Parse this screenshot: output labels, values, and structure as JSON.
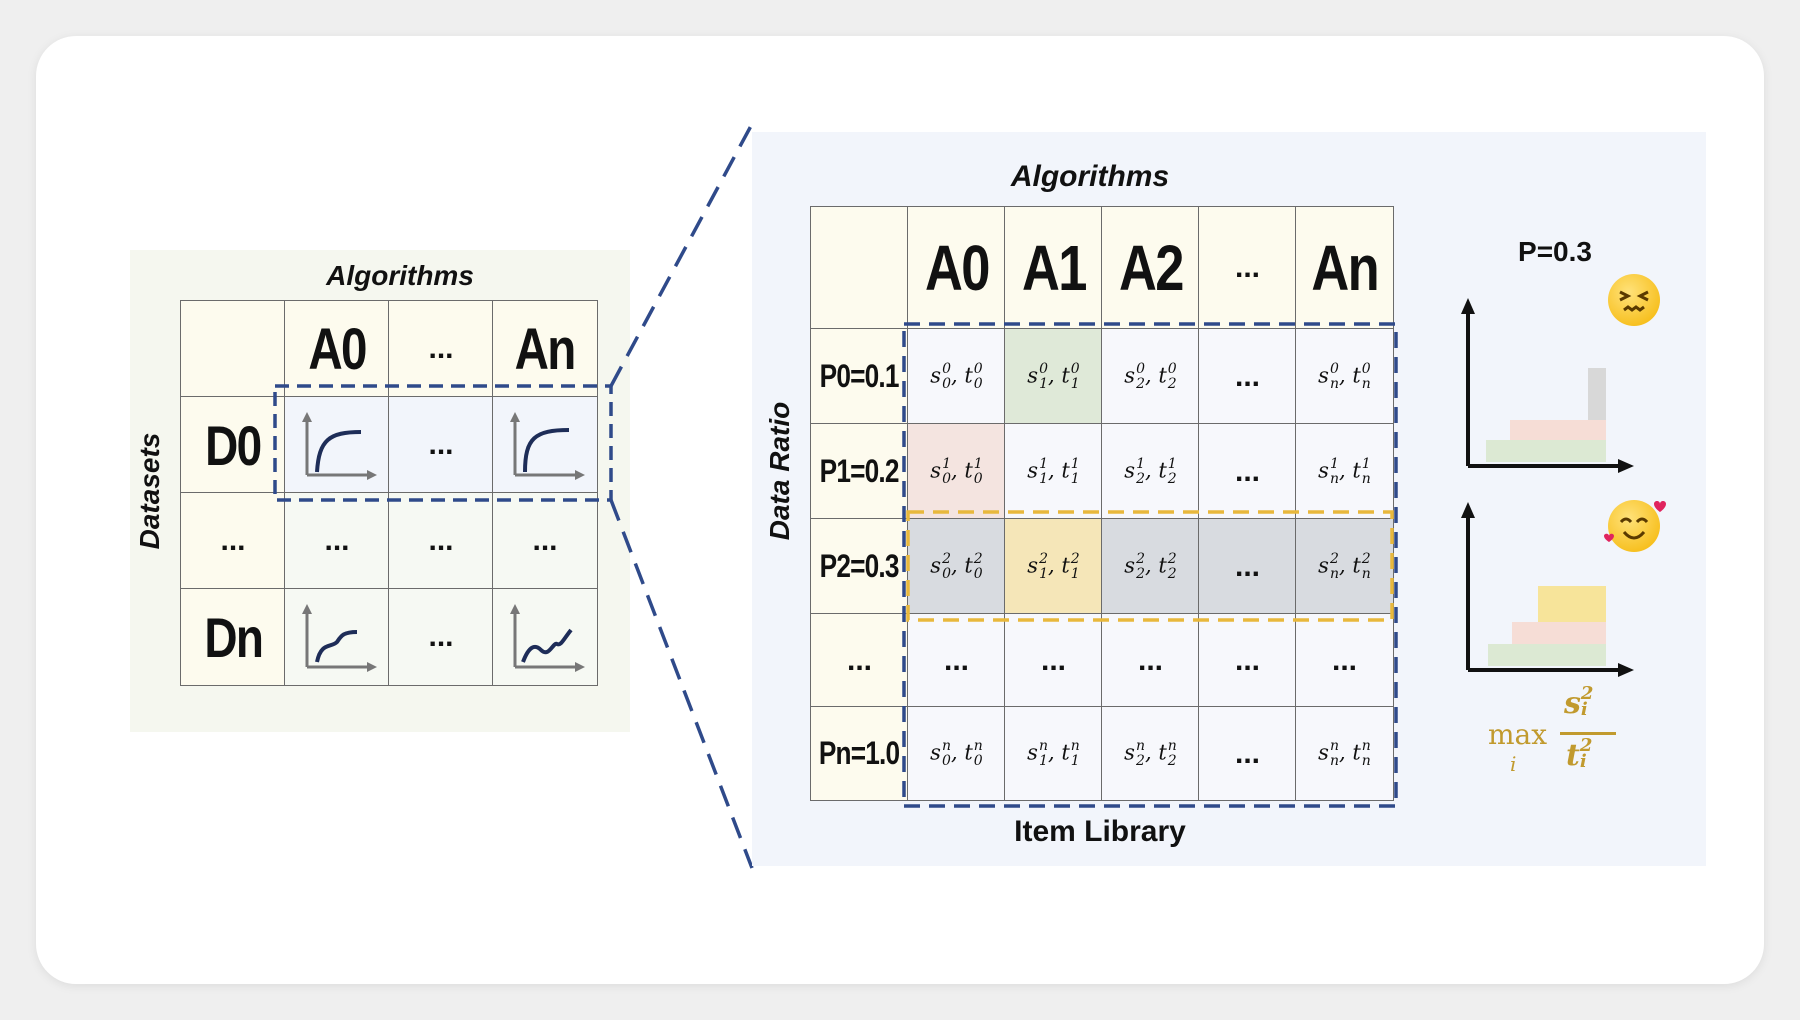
{
  "left": {
    "title": "Algorithms",
    "side_label": "Datasets",
    "col_headers": [
      "A0",
      "...",
      "An"
    ],
    "row_headers": [
      "D0",
      "...",
      "Dn"
    ],
    "middle_dots": "..."
  },
  "right": {
    "title": "Algorithms",
    "side_label": "Data Ratio",
    "bottom_label": "Item Library",
    "col_headers": [
      "A0",
      "A1",
      "A2",
      "...",
      "An"
    ],
    "row_headers": [
      "P0=0.1",
      "P1=0.2",
      "P2=0.3",
      "...",
      "Pn=1.0"
    ],
    "dots": "..."
  },
  "annotation": {
    "p_label": "P=0.3",
    "formula_max": "max",
    "formula_sub": "i",
    "formula_num": "s",
    "formula_den": "t",
    "sup": "2",
    "sub_i": "i"
  },
  "colors": {
    "dashed_blue": "#2f4a8a",
    "dashed_yellow": "#e8b83c",
    "cell_green": "#dfe9d8",
    "cell_pink": "#f4e4e0",
    "cell_gray": "#d8dbe0",
    "cell_yellow": "#f5e6b8",
    "bar_green": "#dce9d3",
    "bar_pink": "#f6ddd6",
    "bar_gray": "#d8d8d8",
    "bar_yellow": "#f7e49a",
    "formula_gold": "#c19a2e"
  }
}
